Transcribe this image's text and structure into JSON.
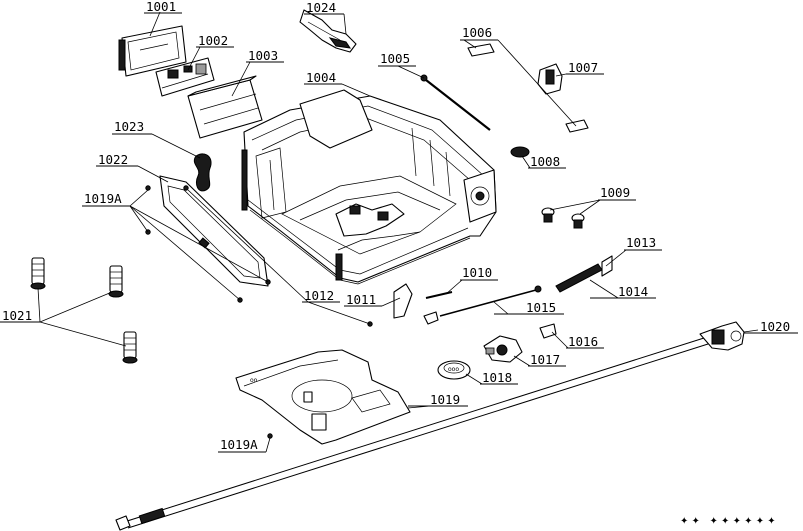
{
  "labels": [
    {
      "id": "1001",
      "text": "1001"
    },
    {
      "id": "1002",
      "text": "1002"
    },
    {
      "id": "1003",
      "text": "1003"
    },
    {
      "id": "1004",
      "text": "1004"
    },
    {
      "id": "1005",
      "text": "1005"
    },
    {
      "id": "1006",
      "text": "1006"
    },
    {
      "id": "1007",
      "text": "1007"
    },
    {
      "id": "1008",
      "text": "1008"
    },
    {
      "id": "1009",
      "text": "1009"
    },
    {
      "id": "1010",
      "text": "1010"
    },
    {
      "id": "1011",
      "text": "1011"
    },
    {
      "id": "1012",
      "text": "1012"
    },
    {
      "id": "1013",
      "text": "1013"
    },
    {
      "id": "1014",
      "text": "1014"
    },
    {
      "id": "1015",
      "text": "1015"
    },
    {
      "id": "1016",
      "text": "1016"
    },
    {
      "id": "1017",
      "text": "1017"
    },
    {
      "id": "1018",
      "text": "1018"
    },
    {
      "id": "1019",
      "text": "1019"
    },
    {
      "id": "1019A",
      "text": "1019A"
    },
    {
      "id": "1019A_b",
      "text": "1019A"
    },
    {
      "id": "1020",
      "text": "1020"
    },
    {
      "id": "1021",
      "text": "1021"
    },
    {
      "id": "1022",
      "text": "1022"
    },
    {
      "id": "1023",
      "text": "1023"
    },
    {
      "id": "1024",
      "text": "1024"
    }
  ]
}
